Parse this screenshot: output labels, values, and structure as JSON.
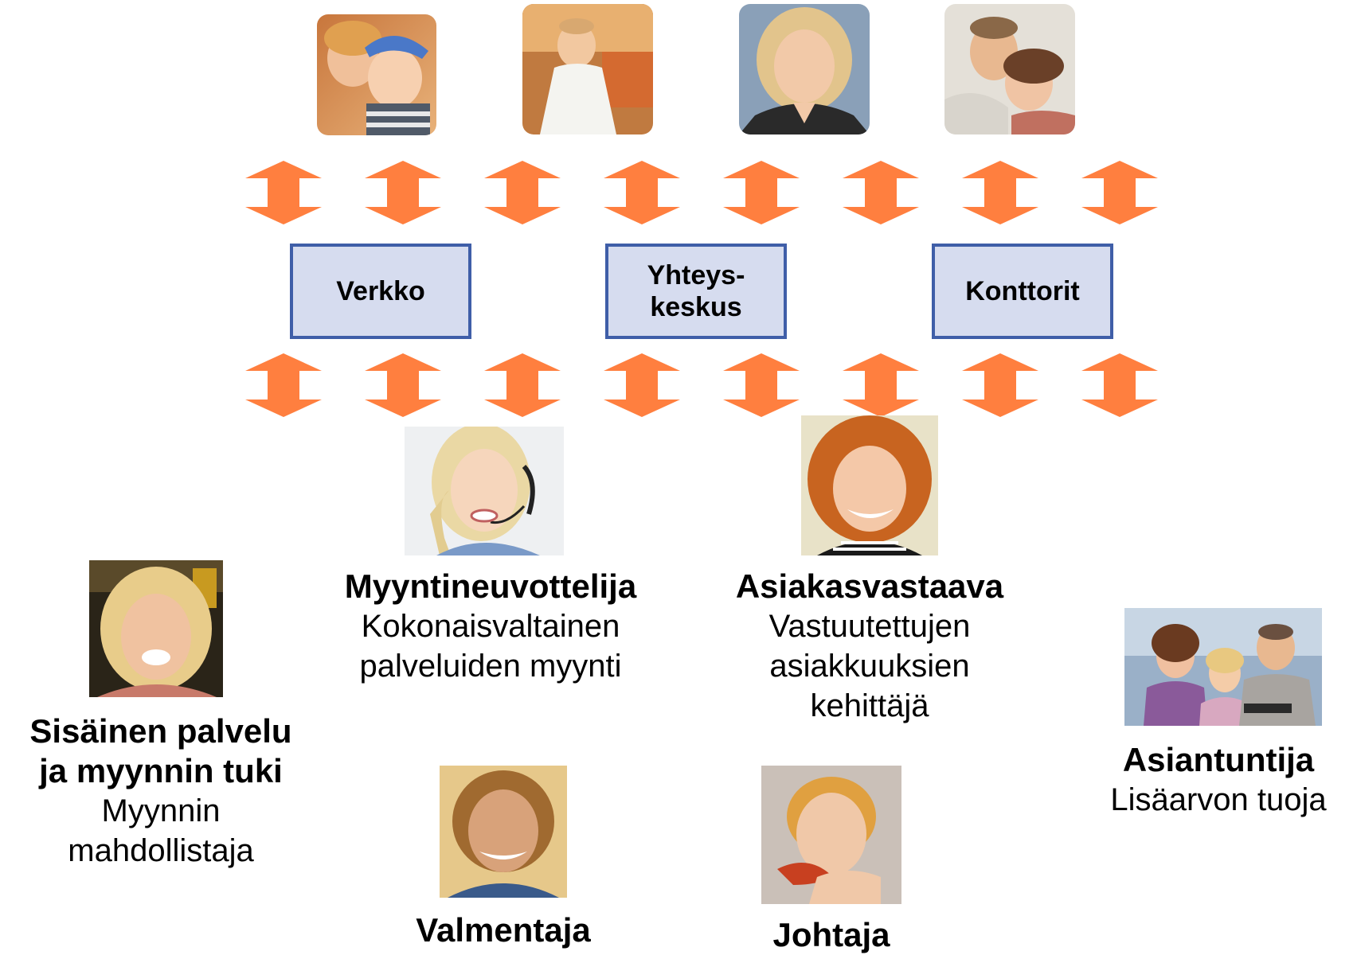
{
  "customers": [
    {
      "photo": "mother-and-child-photo"
    },
    {
      "photo": "smiling-man-photo"
    },
    {
      "photo": "blonde-woman-photo"
    },
    {
      "photo": "couple-photo"
    }
  ],
  "channels": [
    {
      "label": "Verkko"
    },
    {
      "label": "Yhteys-\nkeskus"
    },
    {
      "label": "Konttorit"
    }
  ],
  "roles": {
    "myyntineuvottelija": {
      "title": "Myyntineuvottelija",
      "desc": "Kokonaisvaltainen\npalveluiden myynti"
    },
    "asiakasvastaava": {
      "title": "Asiakasvastaava",
      "desc": "Vastuutettujen\nasiakkuuksien\nkehittäjä"
    },
    "sisainen": {
      "title": "Sisäinen palvelu\nja myynnin tuki",
      "desc": "Myynnin\nmahdollistaja"
    },
    "asiantuntija": {
      "title": "Asiantuntija",
      "desc": "Lisäarvon tuoja"
    },
    "valmentaja": {
      "title": "Valmentaja"
    },
    "johtaja": {
      "title": "Johtaja"
    }
  },
  "colors": {
    "arrow": "#ff7f3f",
    "box_fill": "#d6dcef",
    "box_border": "#3f5ea8"
  }
}
